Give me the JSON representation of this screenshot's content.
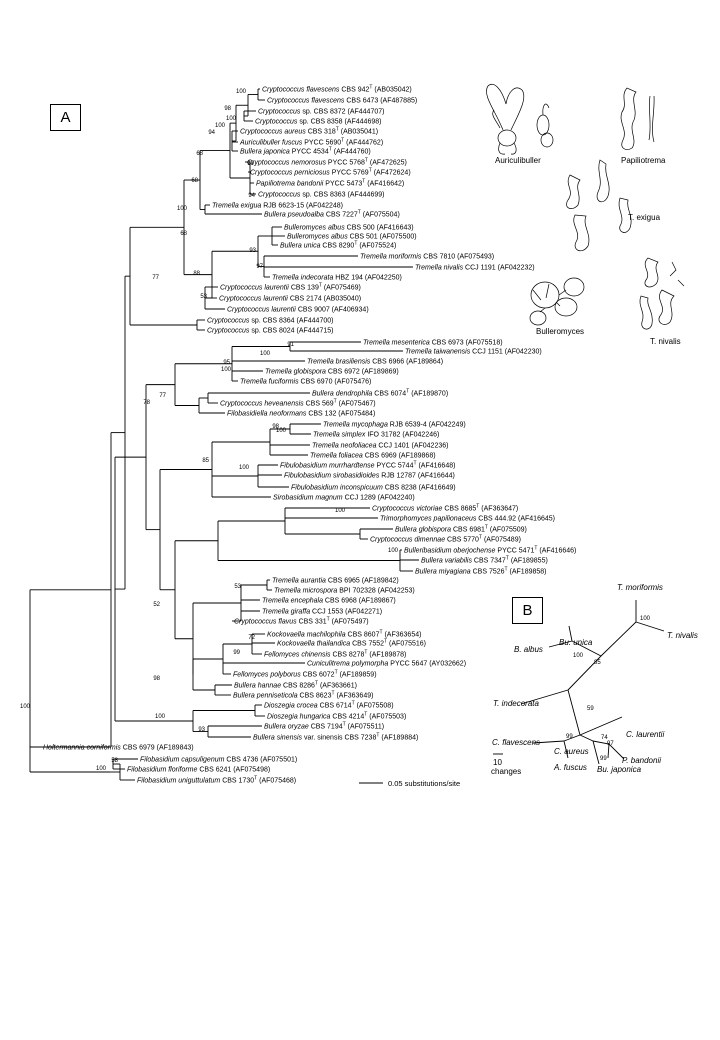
{
  "panel_a_label": "A",
  "panel_b_label": "B",
  "scale_bar_label": "0.05 substitutions/site",
  "tree_a_taxa": [
    {
      "italic": "Cryptococcus flavescens",
      "rest": " CBS 942",
      "type_strain": true,
      "acc": " (AB035042)"
    },
    {
      "italic": "Cryptococcus flavescens",
      "rest": " CBS 6473",
      "type_strain": false,
      "acc": " (AF487885)"
    },
    {
      "italic": "Cryptococcus",
      "rest": " sp. CBS 8372",
      "type_strain": false,
      "acc": " (AF444707)"
    },
    {
      "italic": "Cryptococcus",
      "rest": " sp. CBS 8358",
      "type_strain": false,
      "acc": " (AF444698)"
    },
    {
      "italic": "Cryptococcus aureus",
      "rest": " CBS 318",
      "type_strain": true,
      "acc": " (AB035041)"
    },
    {
      "italic": "Auriculibuller fuscus",
      "rest": " PYCC 5690",
      "type_strain": true,
      "acc": " (AF444762)"
    },
    {
      "italic": "Bullera japonica",
      "rest": " PYCC 4534",
      "type_strain": true,
      "acc": " (AF444760)"
    },
    {
      "italic": "Cryptococcus nemorosus",
      "rest": " PYCC 5768",
      "type_strain": true,
      "acc": " (AF472625)"
    },
    {
      "italic": "Cryptococcus perniciosus",
      "rest": " PYCC 5769",
      "type_strain": true,
      "acc": " (AF472624)"
    },
    {
      "italic": "Papiliotrema bandonii",
      "rest": " PYCC 5473",
      "type_strain": true,
      "acc": " (AF416642)"
    },
    {
      "italic": "Cryptococcus",
      "rest": " sp. CBS 8363",
      "type_strain": false,
      "acc": " (AF444699)"
    },
    {
      "italic": "Tremella exigua",
      "rest": " RJB 6623-15",
      "type_strain": false,
      "acc": " (AF042248)"
    },
    {
      "italic": "Bullera pseudoalba",
      "rest": " CBS 7227",
      "type_strain": true,
      "acc": " (AF075504)"
    },
    {
      "italic": "Bulleromyces albus",
      "rest": " CBS 500",
      "type_strain": false,
      "acc": " (AF416643)"
    },
    {
      "italic": "Bulleromyces albus",
      "rest": " CBS 501",
      "type_strain": false,
      "acc": " (AF075500)"
    },
    {
      "italic": "Bullera unica",
      "rest": " CBS 8290",
      "type_strain": true,
      "acc": " (AF075524)"
    },
    {
      "italic": "Tremella moriformis",
      "rest": " CBS 7810",
      "type_strain": false,
      "acc": " (AF075493)"
    },
    {
      "italic": "Tremella nivalis",
      "rest": " CCJ 1191",
      "type_strain": false,
      "acc": " (AF042232)"
    },
    {
      "italic": "Tremella indecorata",
      "rest": " HBZ 194",
      "type_strain": false,
      "acc": " (AF042250)"
    },
    {
      "italic": "Cryptococcus laurentii",
      "rest": " CBS 139",
      "type_strain": true,
      "acc": " (AF075469)"
    },
    {
      "italic": "Cryptococcus laurentii",
      "rest": " CBS 2174",
      "type_strain": false,
      "acc": " (AB035040)"
    },
    {
      "italic": "Cryptococcus laurentii",
      "rest": " CBS 9007",
      "type_strain": false,
      "acc": " (AF406934)"
    },
    {
      "italic": "Cryptococcus",
      "rest": " sp. CBS 8364",
      "type_strain": false,
      "acc": " (AF444700)"
    },
    {
      "italic": "Cryptococcus",
      "rest": " sp. CBS 8024",
      "type_strain": false,
      "acc": " (AF444715)"
    },
    {
      "italic": "Tremella mesenterica",
      "rest": " CBS 6973",
      "type_strain": false,
      "acc": " (AF075518)"
    },
    {
      "italic": "Tremella taiwanensis",
      "rest": " CCJ 1151",
      "type_strain": false,
      "acc": " (AF042230)"
    },
    {
      "italic": "Tremella brasiliensis",
      "rest": " CBS 6966",
      "type_strain": false,
      "acc": " (AF189864)"
    },
    {
      "italic": "Tremella globispora",
      "rest": " CBS 6972",
      "type_strain": false,
      "acc": " (AF189869)"
    },
    {
      "italic": "Tremella fuciformis",
      "rest": " CBS 6970",
      "type_strain": false,
      "acc": " (AF075476)"
    },
    {
      "italic": "Bullera dendrophila",
      "rest": " CBS 6074",
      "type_strain": true,
      "acc": " (AF189870)"
    },
    {
      "italic": "Cryptococcus heveanensis",
      "rest": " CBS 569",
      "type_strain": true,
      "acc": " (AF075467)"
    },
    {
      "italic": "Filobasidiella neoformans",
      "rest": " CBS 132",
      "type_strain": false,
      "acc": " (AF075484)"
    },
    {
      "italic": "Tremella mycophaga",
      "rest": " RJB 6539-4",
      "type_strain": false,
      "acc": " (AF042249)"
    },
    {
      "italic": "Tremella simplex",
      "rest": " IFO 31782",
      "type_strain": false,
      "acc": " (AF042246)"
    },
    {
      "italic": "Tremella neofoliacea",
      "rest": " CCJ 1401",
      "type_strain": false,
      "acc": " (AF042236)"
    },
    {
      "italic": "Tremella foliacea",
      "rest": " CBS 6969",
      "type_strain": false,
      "acc": " (AF189868)"
    },
    {
      "italic": "Fibulobasidium murrhardtense",
      "rest": " PYCC 5744",
      "type_strain": true,
      "acc": " (AF416648)"
    },
    {
      "italic": "Fibulobasidium sirobasidioides",
      "rest": " RJB 12787",
      "type_strain": false,
      "acc": " (AF416644)"
    },
    {
      "italic": "Fibulobasidium inconspicuum",
      "rest": " CBS 8238",
      "type_strain": false,
      "acc": " (AF416649)"
    },
    {
      "italic": "Sirobasidium magnum",
      "rest": " CCJ 1289",
      "type_strain": false,
      "acc": " (AF042240)"
    },
    {
      "italic": "Cryptococcus victoriae",
      "rest": " CBS 8685",
      "type_strain": true,
      "acc": " (AF363647)"
    },
    {
      "italic": "Trimorphomyces papilionaceus",
      "rest": " CBS 444.92",
      "type_strain": false,
      "acc": " (AF416645)"
    },
    {
      "italic": "Bullera globispora",
      "rest": " CBS 6981",
      "type_strain": true,
      "acc": " (AF075509)"
    },
    {
      "italic": "Cryptococcus dimennae",
      "rest": " CBS 5770",
      "type_strain": true,
      "acc": " (AF075489)"
    },
    {
      "italic": "Bulleribasidium oberjochense",
      "rest": " PYCC 5471",
      "type_strain": true,
      "acc": " (AF416646)"
    },
    {
      "italic": "Bullera variabilis",
      "rest": " CBS 7347",
      "type_strain": true,
      "acc": " (AF189855)"
    },
    {
      "italic": "Bullera miyagiana",
      "rest": " CBS 7526",
      "type_strain": true,
      "acc": " (AF189858)"
    },
    {
      "italic": "Tremella aurantia",
      "rest": " CBS 6965",
      "type_strain": false,
      "acc": " (AF189842)"
    },
    {
      "italic": "Tremella microspora",
      "rest": " BPI 702328",
      "type_strain": false,
      "acc": " (AF042253)"
    },
    {
      "italic": "Tremella encephala",
      "rest": " CBS 6968",
      "type_strain": false,
      "acc": " (AF189867)"
    },
    {
      "italic": "Tremella giraffa",
      "rest": " CCJ 1553",
      "type_strain": false,
      "acc": " (AF042271)"
    },
    {
      "italic": "Cryptococcus flavus",
      "rest": " CBS 331",
      "type_strain": true,
      "acc": " (AF075497)"
    },
    {
      "italic": "Kockovaella machilophila",
      "rest": " CBS 8607",
      "type_strain": true,
      "acc": " (AF363654)"
    },
    {
      "italic": "Kockovaella thailandica",
      "rest": " CBS 7552",
      "type_strain": true,
      "acc": " (AF075516)"
    },
    {
      "italic": "Fellomyces chinensis",
      "rest": " CBS 8278",
      "type_strain": true,
      "acc": " (AF189878)"
    },
    {
      "italic": "Cuniculitrema polymorpha",
      "rest": " PYCC 5647",
      "type_strain": false,
      "acc": " (AY032662)"
    },
    {
      "italic": "Fellomyces polyborus",
      "rest": " CBS 6072",
      "type_strain": true,
      "acc": " (AF189859)"
    },
    {
      "italic": "Bullera hannae",
      "rest": " CBS 8286",
      "type_strain": true,
      "acc": " (AF363661)"
    },
    {
      "italic": "Bullera penniseticola",
      "rest": " CBS 8623",
      "type_strain": true,
      "acc": " (AF363649)"
    },
    {
      "italic": "Dioszegia crocea",
      "rest": " CBS 6714",
      "type_strain": true,
      "acc": " (AF075508)"
    },
    {
      "italic": "Dioszegia hungarica",
      "rest": " CBS 4214",
      "type_strain": true,
      "acc": " (AF075503)"
    },
    {
      "italic": "Bullera oryzae",
      "rest": " CBS 7194",
      "type_strain": true,
      "acc": " (AF075511)"
    },
    {
      "italic": "Bullera sinensis",
      "rest": " var. sinensis CBS 7238",
      "type_strain": true,
      "acc": " (AF189884)"
    },
    {
      "italic": "Holtermannia corniformis",
      "rest": " CBS 6979",
      "type_strain": false,
      "acc": " (AF189843)"
    },
    {
      "italic": "Filobasidium capsuligenum",
      "rest": " CBS 4736",
      "type_strain": false,
      "acc": " (AF075501)"
    },
    {
      "italic": "Filobasidium floriforme",
      "rest": " CBS 6241",
      "type_strain": false,
      "acc": " (AF075498)"
    },
    {
      "italic": "Filobasidium uniguttulatum",
      "rest": " CBS 1730",
      "type_strain": true,
      "acc": " (AF075468)"
    }
  ],
  "tree_a_bootstrap": [
    "100",
    "100",
    "98",
    "100",
    "94",
    "68",
    "99",
    "94",
    "68",
    "100",
    "93",
    "97",
    "88",
    "53",
    "68",
    "77",
    "91",
    "100",
    "95",
    "100",
    "77",
    "78",
    "98",
    "100",
    "85",
    "100",
    "100",
    "100",
    "52",
    "53",
    "72",
    "99",
    "98",
    "100",
    "93",
    "100",
    "58",
    "100"
  ],
  "tree_b_taxa": [
    "T. moriformis",
    "T. nivalis",
    "Bu. unica",
    "B. albus",
    "T. indecorata",
    "C. flavescens",
    "C. aureus",
    "A. fuscus",
    "Bu. japonica",
    "P. bandonii",
    "C. laurentii"
  ],
  "tree_b_bootstrap": [
    "100",
    "100",
    "85",
    "59",
    "99",
    "74",
    "97",
    "99"
  ],
  "tree_b_scale_label": [
    "10",
    "changes"
  ],
  "illustration_labels": [
    "Auriculibuller",
    "Papiliotrema",
    "T. exigua",
    "Bulleromyces",
    "T. nivalis"
  ]
}
